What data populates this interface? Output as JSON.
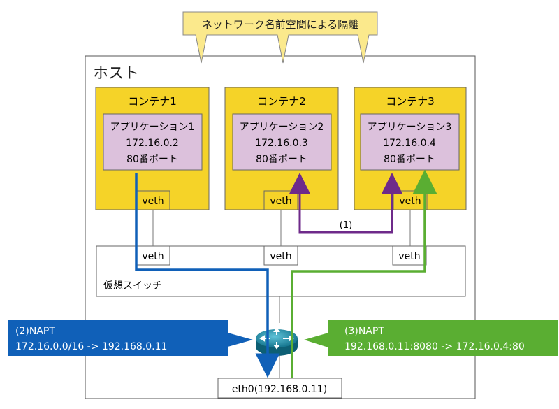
{
  "callout_isolation": "ネットワーク名前空間による隔離",
  "host_label": "ホスト",
  "containers": [
    {
      "title": "コンテナ1",
      "app": "アプリケーション1",
      "ip": "172.16.0.2",
      "port": "80番ポート",
      "veth": "veth"
    },
    {
      "title": "コンテナ2",
      "app": "アプリケーション2",
      "ip": "172.16.0.3",
      "port": "80番ポート",
      "veth": "veth"
    },
    {
      "title": "コンテナ3",
      "app": "アプリケーション3",
      "ip": "172.16.0.4",
      "port": "80番ポート",
      "veth": "veth"
    }
  ],
  "switch": {
    "label": "仮想スイッチ",
    "veths": [
      "veth",
      "veth",
      "veth"
    ]
  },
  "eth0": "eth0(192.168.0.11)",
  "path1_label": "(1)",
  "napt2": {
    "title": "(2)NAPT",
    "rule": "172.16.0.0/16 -> 192.168.0.11"
  },
  "napt3": {
    "title": "(3)NAPT",
    "rule": "192.168.0.11:8080 -> 172.16.0.4:80"
  },
  "colors": {
    "container": "#f5d328",
    "app": "#dcc1dc",
    "blue": "#1060b8",
    "green": "#5aae32",
    "purple": "#6e2a8a",
    "router": "#1b8ca8"
  }
}
